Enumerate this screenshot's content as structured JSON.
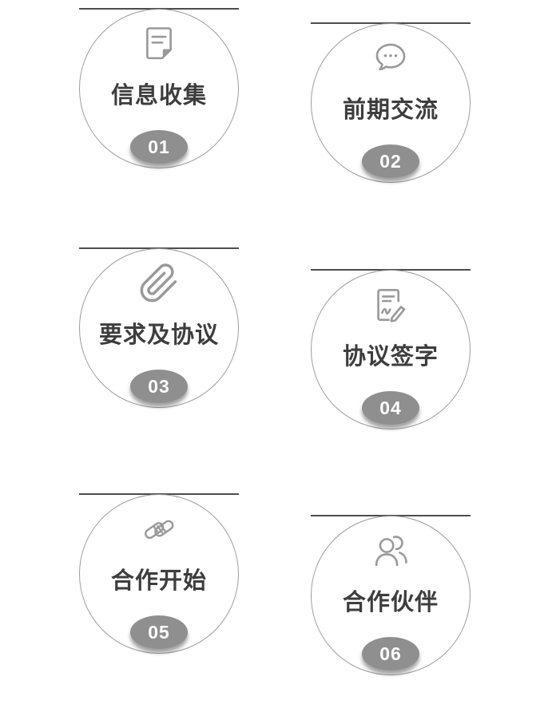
{
  "colors": {
    "background": "#ffffff",
    "top_line": "#4d4d4d",
    "circle_border": "#9c9c9c",
    "icon": "#999999",
    "label_text": "#3d3d3d",
    "badge_background": "#8f8f8f",
    "badge_text": "#ffffff"
  },
  "steps": [
    {
      "number": "01",
      "label": "信息收集",
      "icon": "document-icon"
    },
    {
      "number": "02",
      "label": "前期交流",
      "icon": "chat-bubble-icon"
    },
    {
      "number": "03",
      "label": "要求及协议",
      "icon": "paperclip-icon"
    },
    {
      "number": "04",
      "label": "协议签字",
      "icon": "signature-icon"
    },
    {
      "number": "05",
      "label": "合作开始",
      "icon": "handshake-icon"
    },
    {
      "number": "06",
      "label": "合作伙伴",
      "icon": "partners-icon"
    }
  ]
}
